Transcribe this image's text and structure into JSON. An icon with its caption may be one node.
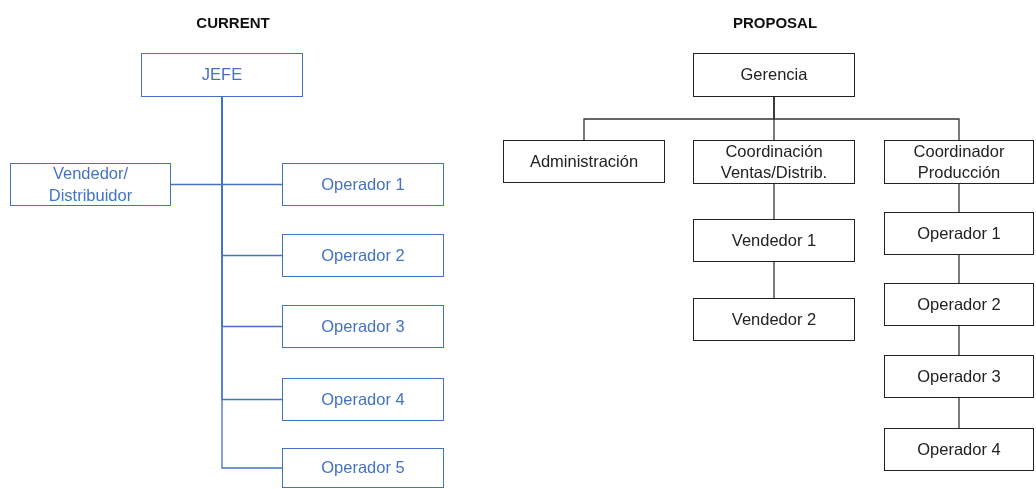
{
  "diagram": {
    "nodes": [
      {
        "text": [
          "JEFE"
        ]
      },
      {
        "text": [
          "Vendedor/ Distribuidor"
        ]
      },
      {
        "text": [
          "Operador 1"
        ]
      },
      {
        "text": [
          "Operador 2"
        ]
      },
      {
        "text": [
          "Operador 3"
        ]
      },
      {
        "text": [
          "Operador 4"
        ]
      },
      {
        "text": [
          "Operador 5"
        ]
      },
      {
        "text": [
          "Gerencia"
        ]
      },
      {
        "text": [
          "Administración"
        ]
      },
      {
        "text": [
          "Coordinación Ventas/Distrib."
        ]
      },
      {
        "text": [
          "Coordinador Producción"
        ]
      },
      {
        "text": [
          "Vendedor 1"
        ]
      },
      {
        "text": [
          "Vendedor 2"
        ]
      },
      {
        "text": [
          "Operador 1"
        ]
      },
      {
        "text": [
          "Operador 2"
        ]
      },
      {
        "text": [
          "Operador 3"
        ]
      },
      {
        "text": [
          "Operador 4"
        ]
      }
    ],
    "edges": [
      {
        "from": 0,
        "to": 1,
        "arrow": "none",
        "color": "#4472c4"
      },
      {
        "from": 0,
        "to": 2,
        "arrow": "none",
        "color": "#4472c4"
      },
      {
        "from": 0,
        "to": 3,
        "arrow": "none",
        "color": "#4472c4"
      },
      {
        "from": 0,
        "to": 4,
        "arrow": "none",
        "color": "#4472c4"
      },
      {
        "from": 0,
        "to": 5,
        "arrow": "none",
        "color": "#4472c4"
      },
      {
        "from": 0,
        "to": 6,
        "arrow": "none",
        "color": "#4472c4"
      },
      {
        "from": 7,
        "to": 8,
        "arrow": "none"
      },
      {
        "from": 7,
        "to": 9,
        "arrow": "none"
      },
      {
        "from": 7,
        "to": 10,
        "arrow": "none"
      },
      {
        "from": 9,
        "to": 11,
        "arrow": "none"
      },
      {
        "from": 11,
        "to": 12,
        "arrow": "none"
      },
      {
        "from": 10,
        "to": 13,
        "arrow": "none"
      },
      {
        "from": 13,
        "to": 14,
        "arrow": "none"
      },
      {
        "from": 14,
        "to": 15,
        "arrow": "none"
      },
      {
        "from": 15,
        "to": 16,
        "arrow": "none"
      }
    ],
    "labels": [
      "CURRENT",
      "PROPOSAL"
    ]
  }
}
